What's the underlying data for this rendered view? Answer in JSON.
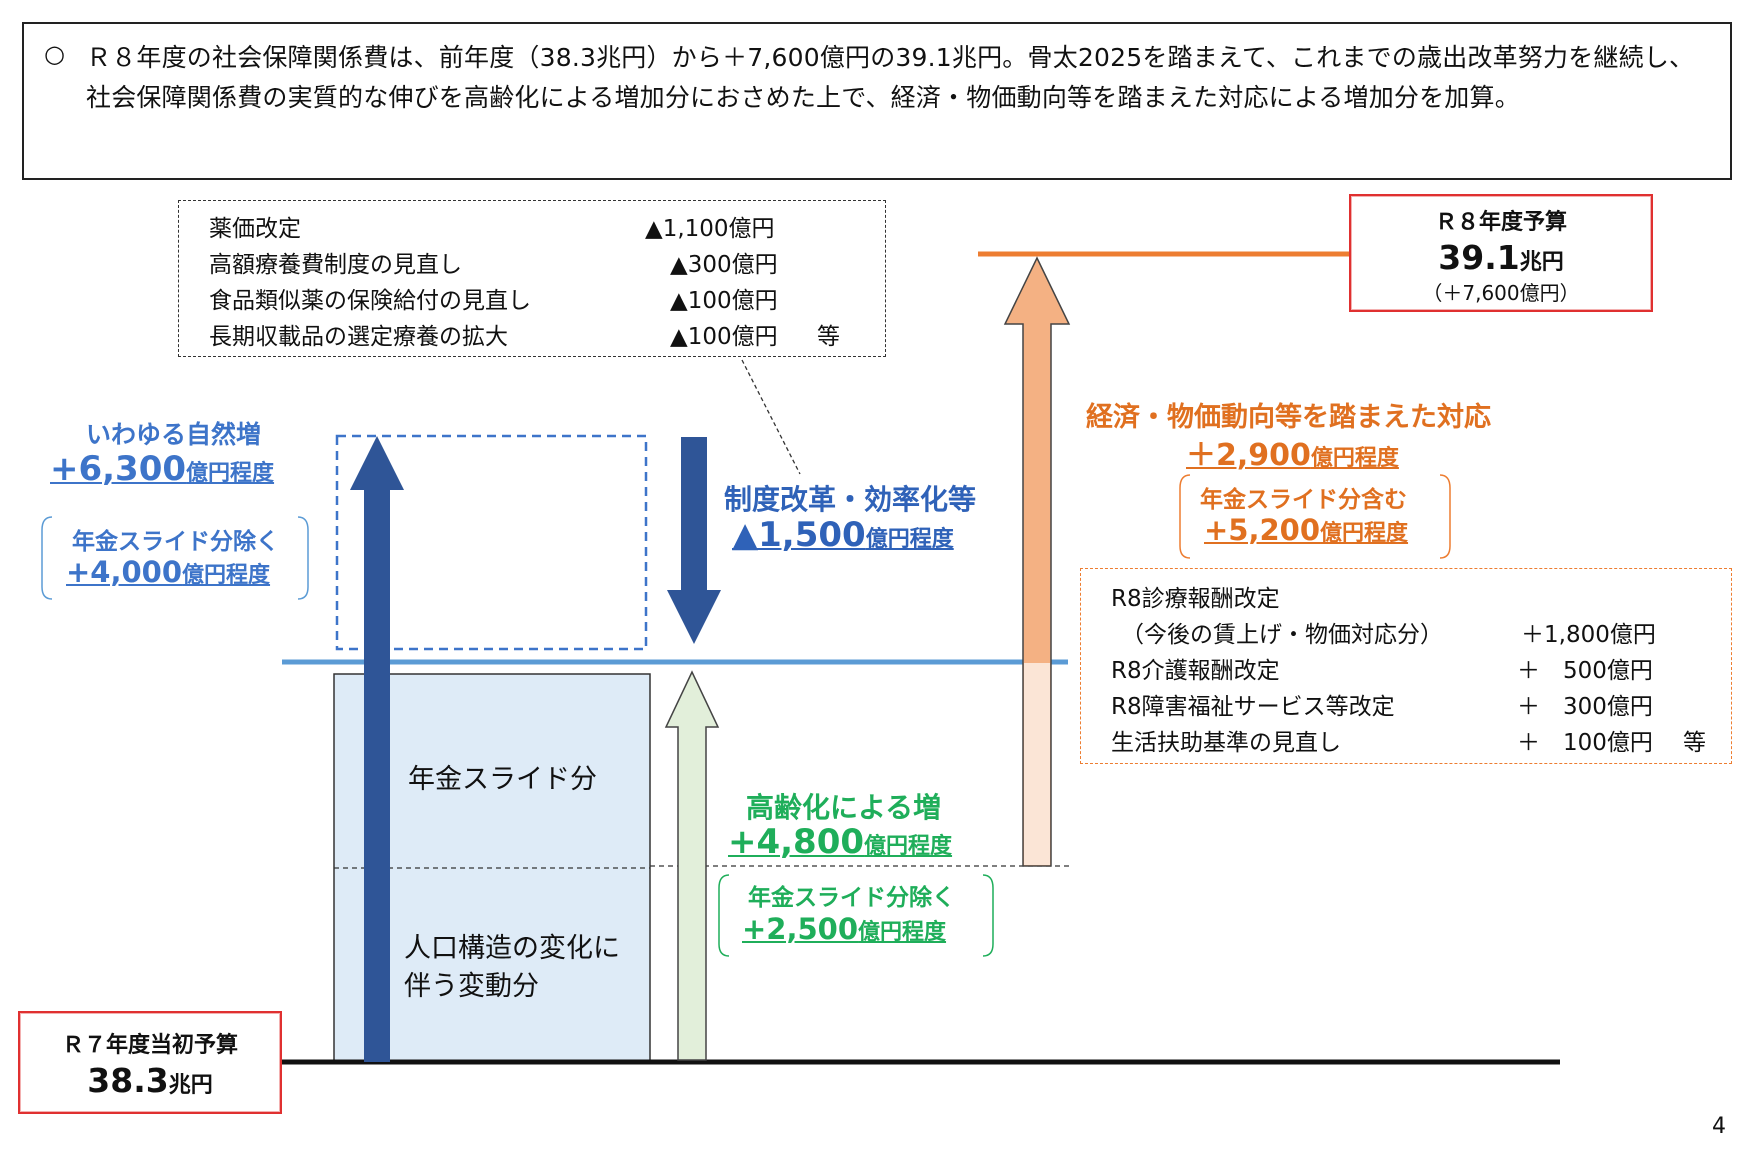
{
  "summary": {
    "bullet": "○",
    "text": "Ｒ８年度の社会保障関係費は、前年度（38.3兆円）から＋7,600億円の39.1兆円。骨太2025を踏まえて、これまでの歳出改革努力を継続し、社会保障関係費の実質的な伸びを高齢化による増加分におさめた上で、経済・物価動向等を踏まえた対応による増加分を加算。"
  },
  "reform_items": [
    {
      "label": "薬価改定",
      "value": "▲1,100億円"
    },
    {
      "label": "高額療養費制度の見直し",
      "value": "▲300億円"
    },
    {
      "label": "食品類似薬の保険給付の見直し",
      "value": "▲100億円"
    },
    {
      "label": "長期収載品の選定療養の拡大",
      "value": "▲100億円",
      "suffix": "等"
    }
  ],
  "natural_increase": {
    "title": "いわゆる自然増",
    "amount": "+6,300",
    "unit": "億円程度",
    "sub_label": "年金スライド分除く",
    "sub_amount": "+4,000",
    "sub_unit": "億円程度"
  },
  "reform": {
    "title": "制度改革・効率化等",
    "amount": "▲1,500",
    "unit": "億円程度"
  },
  "aging": {
    "title": "高齢化による増",
    "amount": "+4,800",
    "unit": "億円程度",
    "sub_label": "年金スライド分除く",
    "sub_amount": "+2,500",
    "sub_unit": "億円程度"
  },
  "economic": {
    "title": "経済・物価動向等を踏まえた対応",
    "amount": "＋2,900",
    "unit": "億円程度",
    "sub_label": "年金スライド分含む",
    "sub_amount": "+5,200",
    "sub_unit": "億円程度"
  },
  "revision_items": [
    {
      "label": "R8診療報酬改定",
      "value": ""
    },
    {
      "label": "（今後の賃上げ・物価対応分）",
      "value": "＋1,800億円"
    },
    {
      "label": "R8介護報酬改定",
      "value": "＋　500億円"
    },
    {
      "label": "R8障害福祉サービス等改定",
      "value": "＋　300億円"
    },
    {
      "label": "生活扶助基準の見直し",
      "value": "＋　100億円",
      "suffix": "等"
    }
  ],
  "stack": {
    "upper": "年金スライド分",
    "lower_line1": "人口構造の変化に",
    "lower_line2": "伴う変動分"
  },
  "r7_budget": {
    "title": "Ｒ７年度当初予算",
    "amount": "38.3",
    "unit": "兆円"
  },
  "r8_budget": {
    "title": "Ｒ８年度予算",
    "amount": "39.1",
    "unit": "兆円",
    "diff": "（＋7,600億円）"
  },
  "page_number": "4",
  "colors": {
    "navy_arrow": "#2f5597",
    "light_blue_line": "#5b9bd5",
    "orange": "#ed7d31",
    "orange_fill": "#f4b183",
    "green_fill": "#e2efda",
    "stack_fill": "#deebf7",
    "red_border": "#e03030"
  }
}
